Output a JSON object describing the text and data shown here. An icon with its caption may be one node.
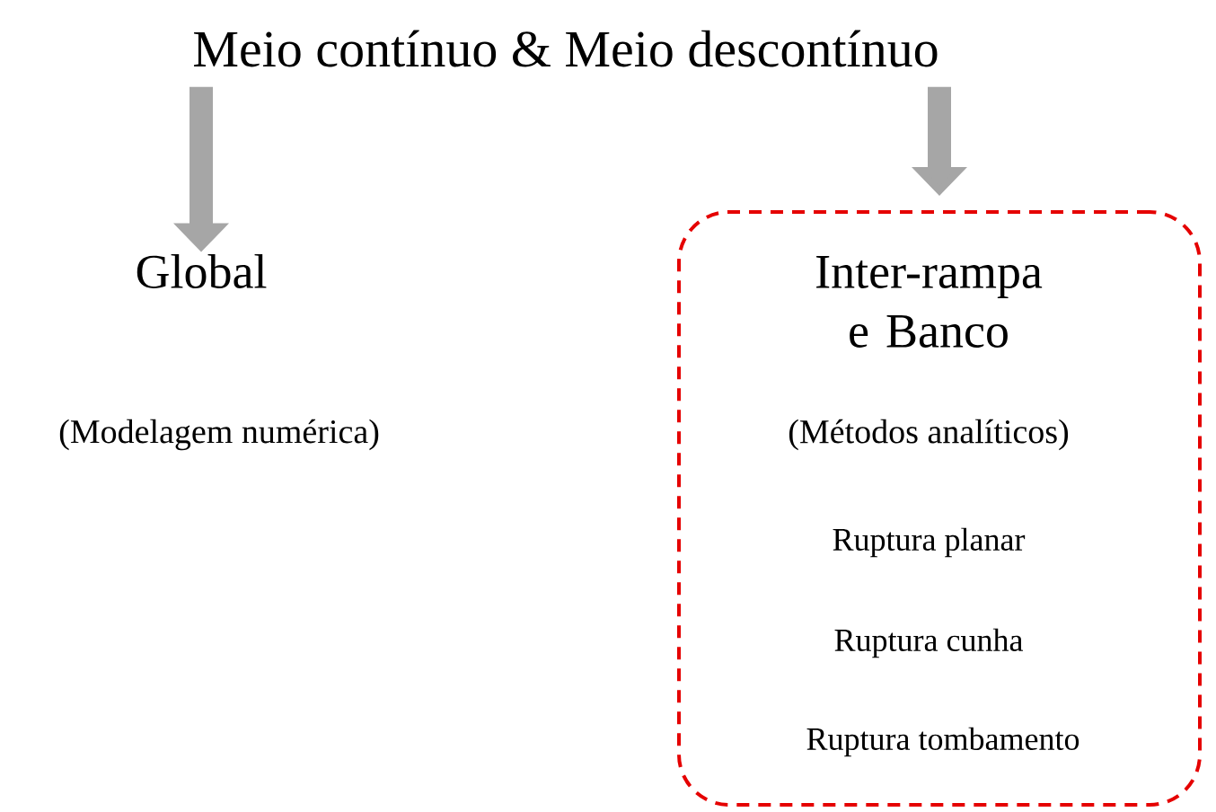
{
  "diagram": {
    "nodes": [
      {
        "text": [
          "Meio contínuo & Meio descontínuo"
        ]
      },
      {
        "text": [
          "Global"
        ],
        "beside": [
          "(Modelagem numérica)"
        ]
      },
      {
        "text": [
          "Inter-rampa e Banco",
          "(Métodos analíticos)",
          "Ruptura planar",
          "Ruptura cunha",
          "Ruptura tombamento"
        ]
      }
    ],
    "edges": [
      {
        "from": 0,
        "to": 1,
        "arrow": "to"
      },
      {
        "from": 0,
        "to": 2,
        "arrow": "to"
      }
    ]
  }
}
